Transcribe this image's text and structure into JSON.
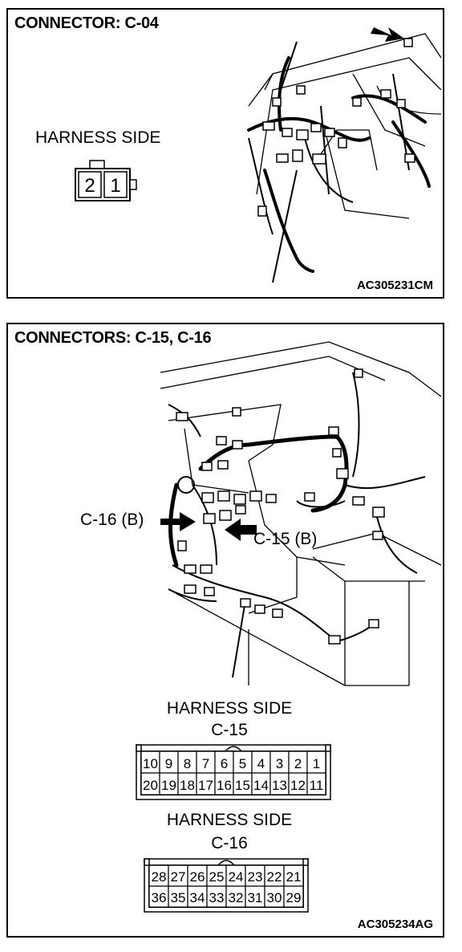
{
  "panel1": {
    "title": "CONNECTOR: C-04",
    "harness_label": "HARNESS SIDE",
    "pins": [
      "2",
      "1"
    ],
    "code": "AC305231CM"
  },
  "panel2": {
    "title": "CONNECTORS: C-15, C-16",
    "callout_c16": "C-16 (B)",
    "callout_c15": "C-15 (B)",
    "c15": {
      "harness_label": "HARNESS SIDE",
      "name": "C-15",
      "row1": [
        "10",
        "9",
        "8",
        "7",
        "6",
        "5",
        "4",
        "3",
        "2",
        "1"
      ],
      "row2": [
        "20",
        "19",
        "18",
        "17",
        "16",
        "15",
        "14",
        "13",
        "12",
        "11"
      ]
    },
    "c16": {
      "harness_label": "HARNESS SIDE",
      "name": "C-16",
      "row1": [
        "28",
        "27",
        "26",
        "25",
        "24",
        "23",
        "22",
        "21"
      ],
      "row2": [
        "36",
        "35",
        "34",
        "33",
        "32",
        "31",
        "30",
        "29"
      ]
    },
    "code": "AC305234AG"
  }
}
